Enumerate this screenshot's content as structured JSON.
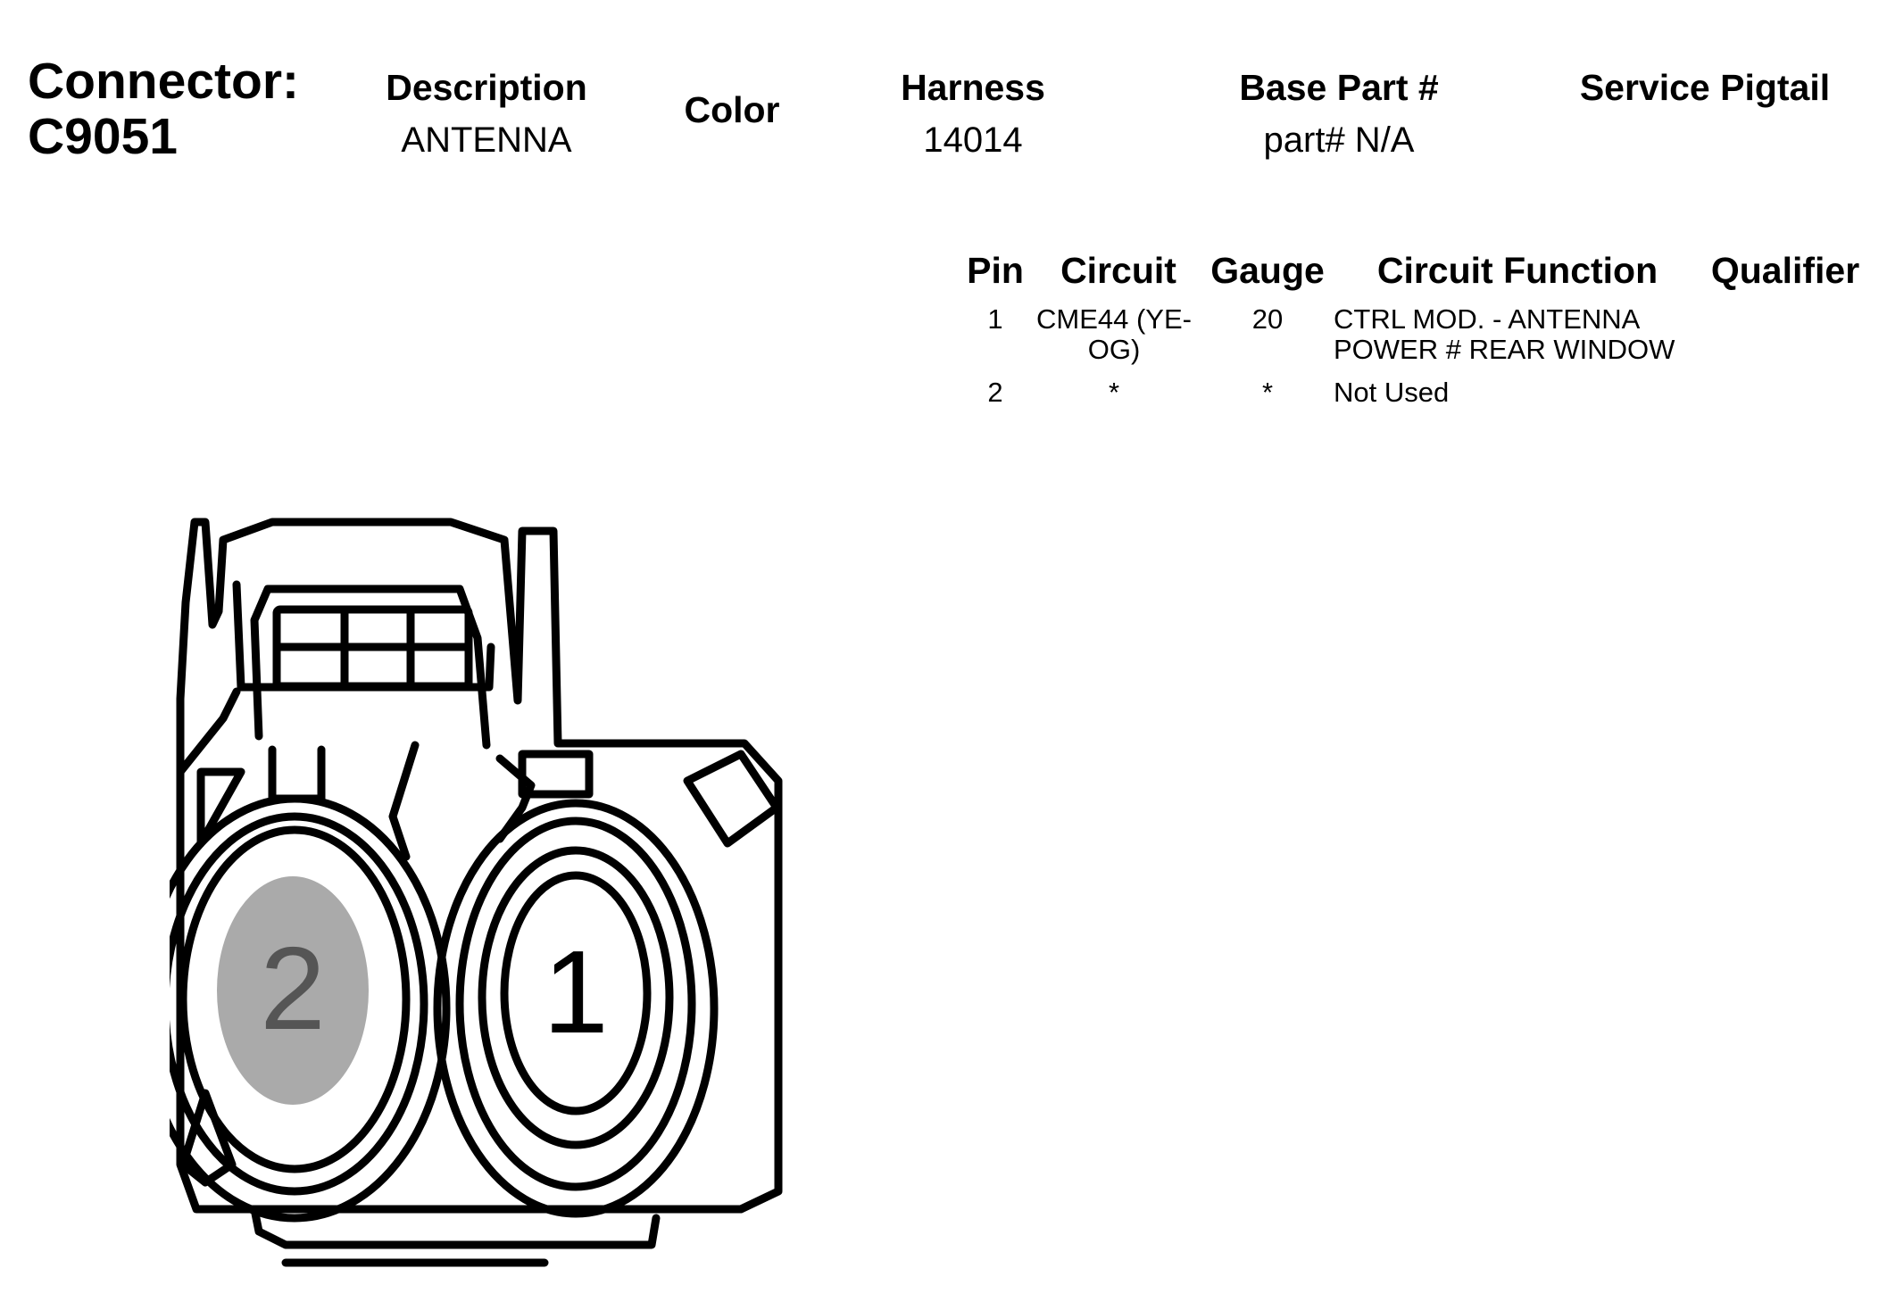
{
  "connector": {
    "label": "Connector:",
    "id": "C9051"
  },
  "info": {
    "description_label": "Description",
    "description_value": "ANTENNA",
    "color_label": "Color",
    "harness_label": "Harness",
    "harness_value": "14014",
    "base_part_label": "Base Part #",
    "base_part_value": "part# N/A",
    "service_pigtail_label": "Service Pigtail"
  },
  "pin_table": {
    "headers": {
      "pin": "Pin",
      "circuit": "Circuit",
      "gauge": "Gauge",
      "circuit_function": "Circuit Function",
      "qualifier": "Qualifier"
    },
    "rows": [
      {
        "pin": "1",
        "circuit_line1": "CME44 (YE-",
        "circuit_line2": "OG)",
        "gauge": "20",
        "function_line1": "CTRL MOD. - ANTENNA",
        "function_line2": "POWER # REAR WINDOW",
        "qualifier": ""
      },
      {
        "pin": "2",
        "circuit_line1": "*",
        "circuit_line2": "",
        "gauge": "*",
        "function_line1": "Not Used",
        "function_line2": "",
        "qualifier": ""
      }
    ]
  },
  "diagram": {
    "cavity_labels": [
      "2",
      "1"
    ],
    "colors": {
      "unused_cavity_fill": "#aaaaaa",
      "unused_cavity_text": "#555555",
      "outline": "#000000"
    }
  }
}
